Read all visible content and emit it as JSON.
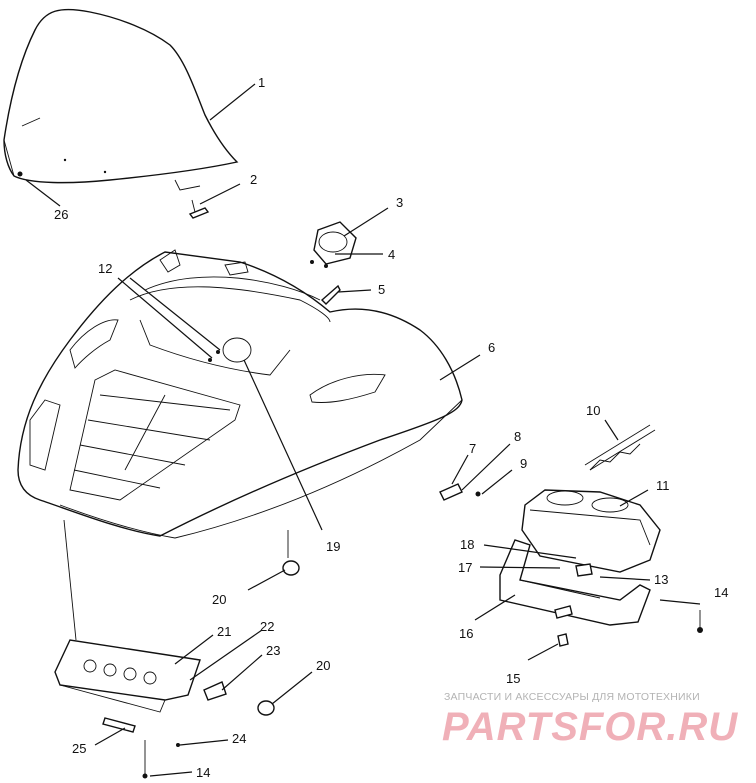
{
  "diagram": {
    "callouts": [
      "1",
      "2",
      "3",
      "4",
      "5",
      "6",
      "7",
      "8",
      "9",
      "10",
      "11",
      "12",
      "13",
      "14",
      "14",
      "15",
      "16",
      "17",
      "18",
      "19",
      "20",
      "20",
      "21",
      "22",
      "23",
      "24",
      "25",
      "26"
    ]
  },
  "watermark": {
    "subtitle": "ЗАПЧАСТИ И АКСЕССУАРЫ ДЛЯ МОТОТЕХНИКИ",
    "brand": "PARTSFOR.RU"
  }
}
